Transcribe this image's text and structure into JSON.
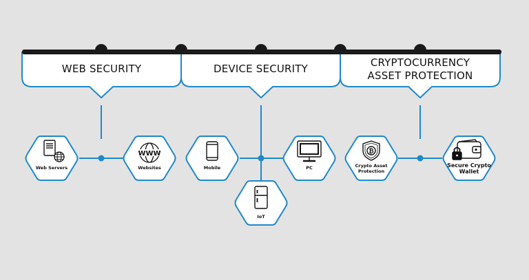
{
  "colors": {
    "background": "#e3e3e3",
    "accent": "#1e88c9",
    "rail": "#1a1a1a",
    "fill": "#ffffff"
  },
  "categories": [
    {
      "label": "WEB SECURITY"
    },
    {
      "label_line1": "DEVICE SECURITY"
    },
    {
      "label_line1": "CRYPTOCURRENCY",
      "label_line2": "ASSET PROTECTION"
    }
  ],
  "nodes": {
    "web_servers": {
      "label": "Web Servers",
      "icon": "server-globe-icon"
    },
    "websites": {
      "label": "Websites",
      "icon": "www-globe-icon"
    },
    "mobile": {
      "label": "Mobile",
      "icon": "mobile-phone-icon"
    },
    "pc": {
      "label": "PC",
      "icon": "monitor-icon"
    },
    "iot": {
      "label": "IoT",
      "icon": "fridge-icon"
    },
    "crypto_asset": {
      "label_line1": "Crypto Asset",
      "label_line2": "Protection",
      "icon": "bitcoin-shield-icon"
    },
    "crypto_wallet": {
      "label_line1": "Secure Crypto",
      "label_line2": "Wallet",
      "icon": "wallet-lock-icon"
    }
  }
}
